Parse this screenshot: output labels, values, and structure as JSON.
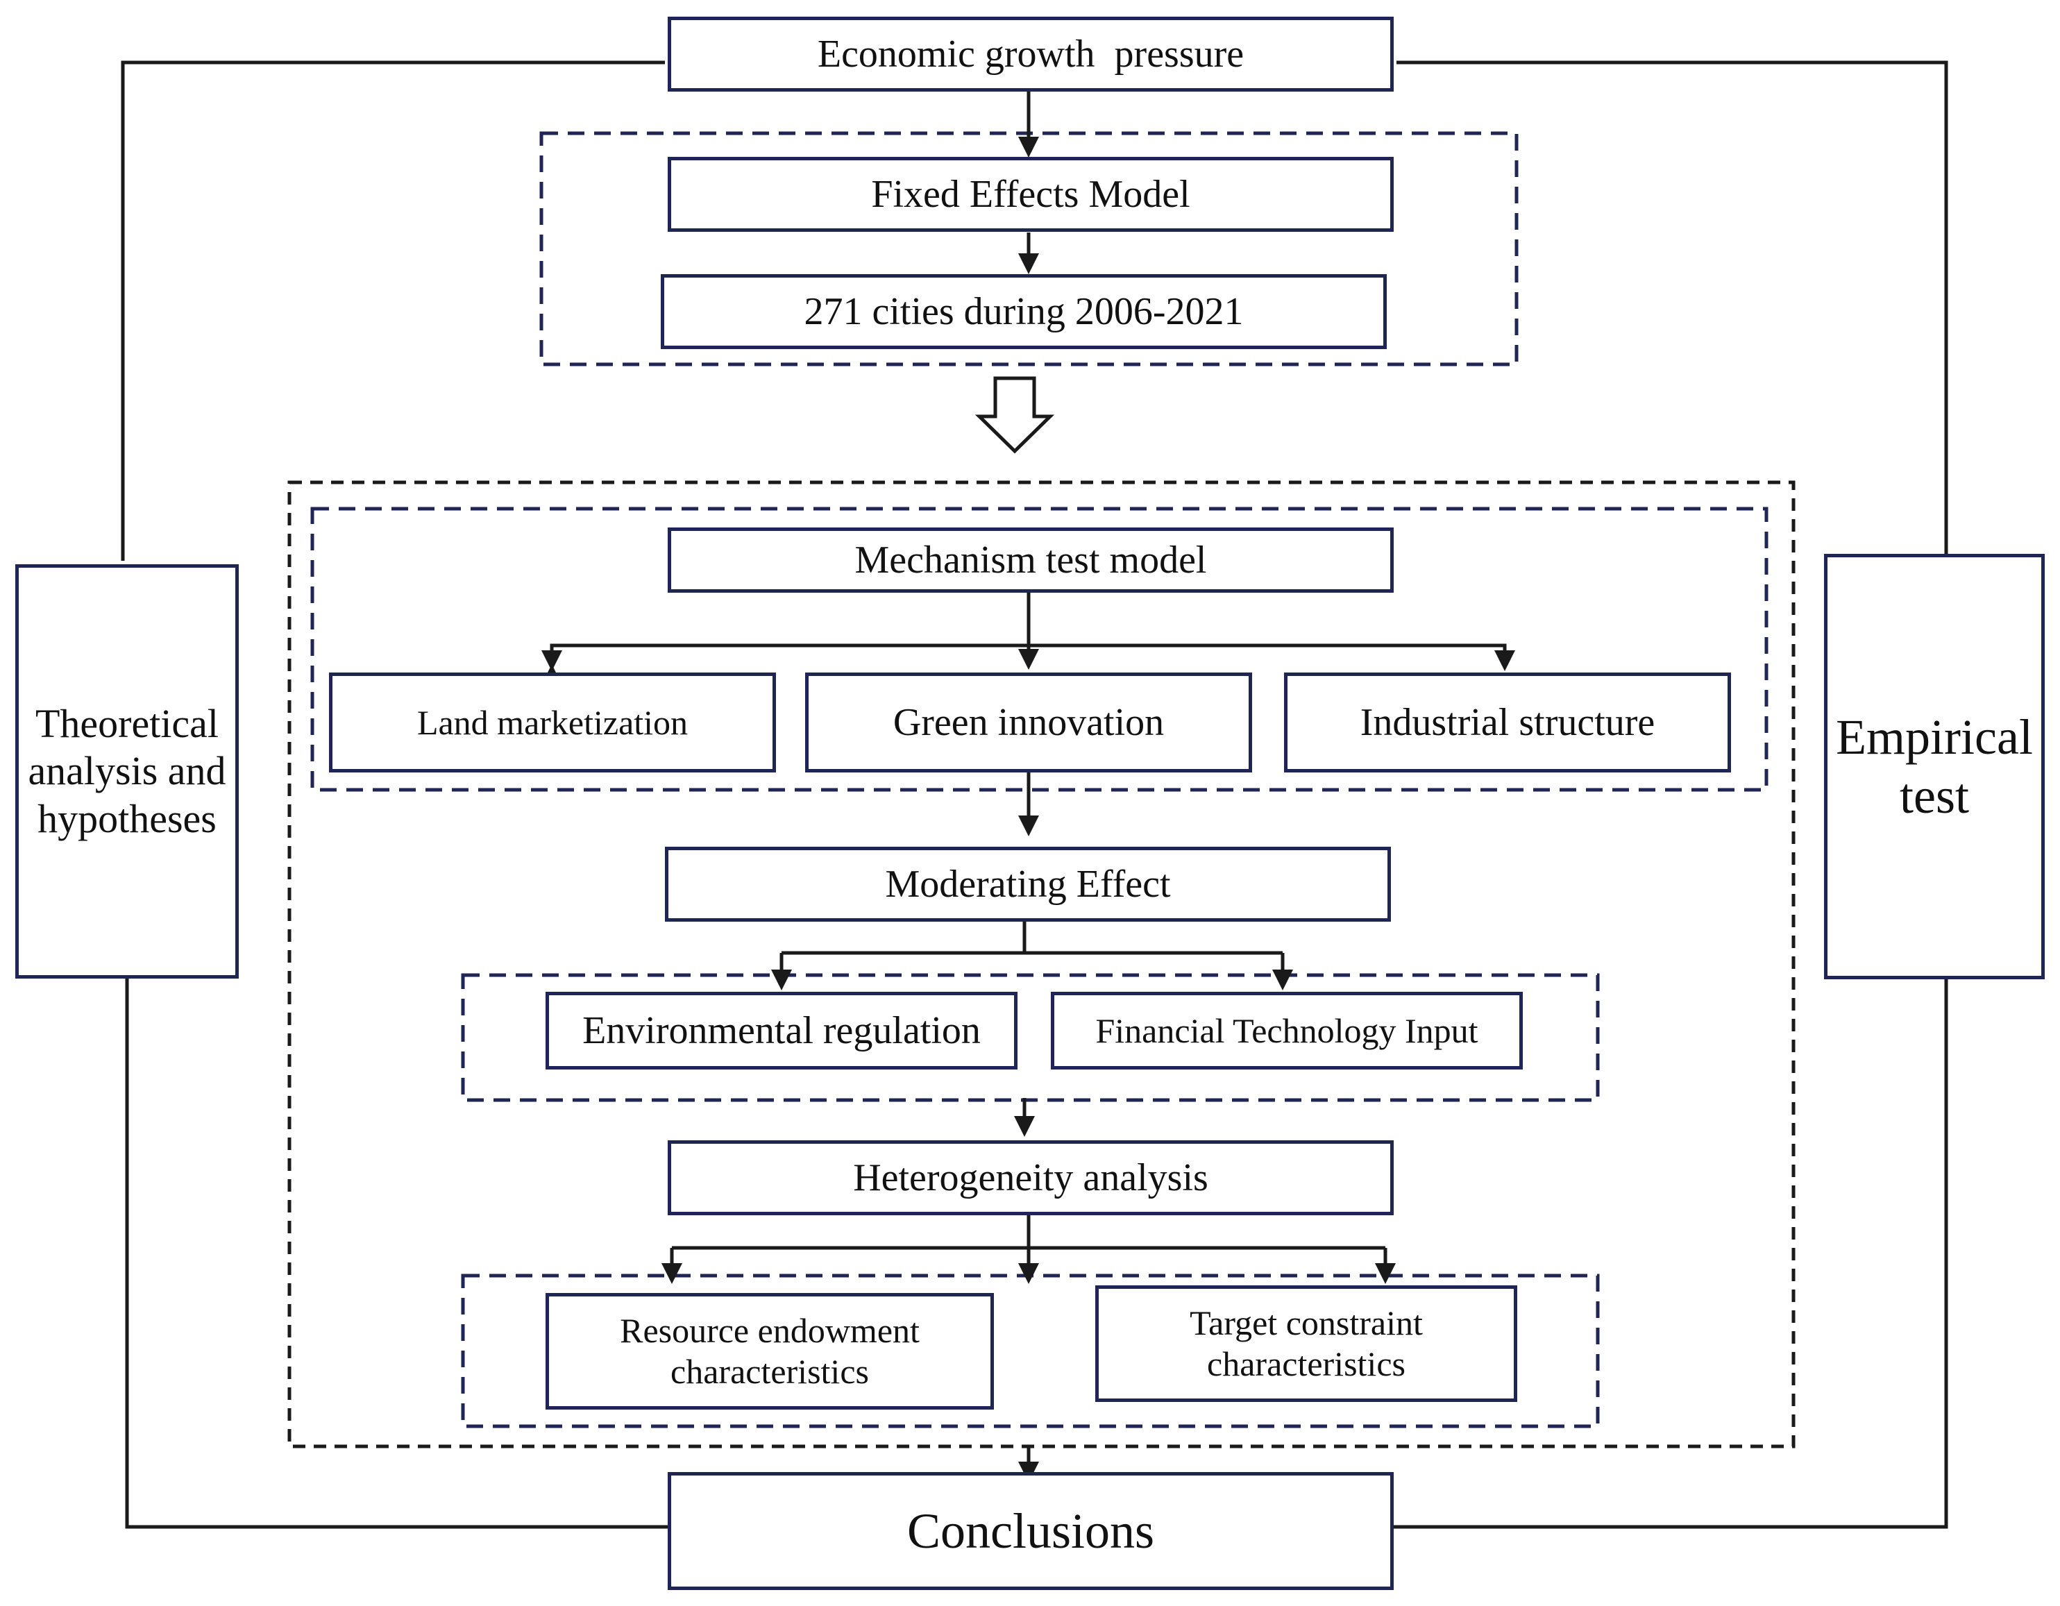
{
  "diagram": {
    "nodes": {
      "economic_growth": "Economic growth  pressure",
      "fixed_effects": "Fixed Effects Model",
      "cities": "271 cities during 2006-2021",
      "mechanism": "Mechanism test model",
      "land": "Land marketization",
      "green": "Green innovation",
      "industrial": "Industrial structure",
      "moderating": "Moderating Effect",
      "environmental": "Environmental regulation",
      "fintech": "Financial Technology Input",
      "heterogeneity": "Heterogeneity analysis",
      "resource": "Resource endowment characteristics",
      "target": "Target constraint characteristics",
      "conclusions": "Conclusions",
      "theoretical": "Theoretical analysis and hypotheses",
      "empirical": "Empirical test"
    },
    "colors": {
      "border": "#1f2555",
      "line": "#1a1a1a",
      "text": "#111111"
    }
  }
}
